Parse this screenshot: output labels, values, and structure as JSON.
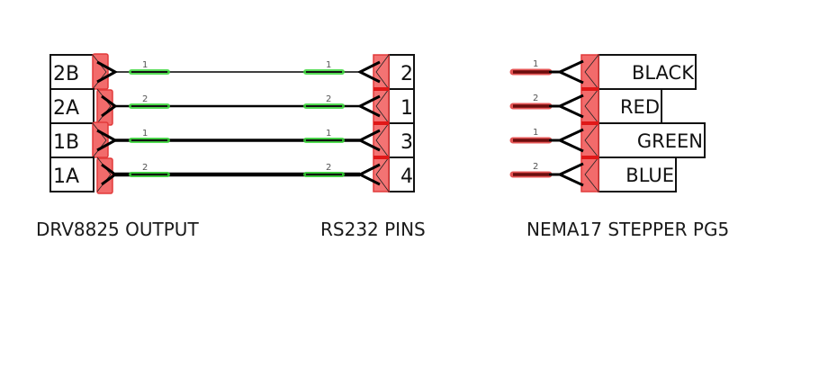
{
  "diagram": {
    "title_left": "DRV8825 OUTPUT",
    "title_middle": "RS232 PINS",
    "title_right": "NEMA17 STEPPER PG5",
    "colors": {
      "connector_fill": "#f26b6b",
      "connector_stroke": "#e23a3a",
      "wire_end_green": "#3ad83a",
      "wire_end_darkred": "#6b0d0d",
      "wire_end_red_glow": "#e45555",
      "wire": "#000000",
      "label_border": "#111111"
    },
    "left_connector": {
      "pins": [
        "2B",
        "2A",
        "1B",
        "1A"
      ]
    },
    "middle_connector": {
      "pins": [
        "2",
        "1",
        "3",
        "4"
      ]
    },
    "right_connector": {
      "pins": [
        "BLACK",
        "RED",
        "GREEN",
        "BLUE"
      ]
    },
    "wires": [
      {
        "from": "2B",
        "to": "2",
        "left_pin_number": "1",
        "right_pin_number": "1"
      },
      {
        "from": "2A",
        "to": "1",
        "left_pin_number": "2",
        "right_pin_number": "2"
      },
      {
        "from": "1B",
        "to": "3",
        "left_pin_number": "1",
        "right_pin_number": "1"
      },
      {
        "from": "1A",
        "to": "4",
        "left_pin_number": "2",
        "right_pin_number": "2"
      }
    ],
    "stepper_wire_pin_numbers": [
      "1",
      "2",
      "1",
      "2"
    ]
  }
}
